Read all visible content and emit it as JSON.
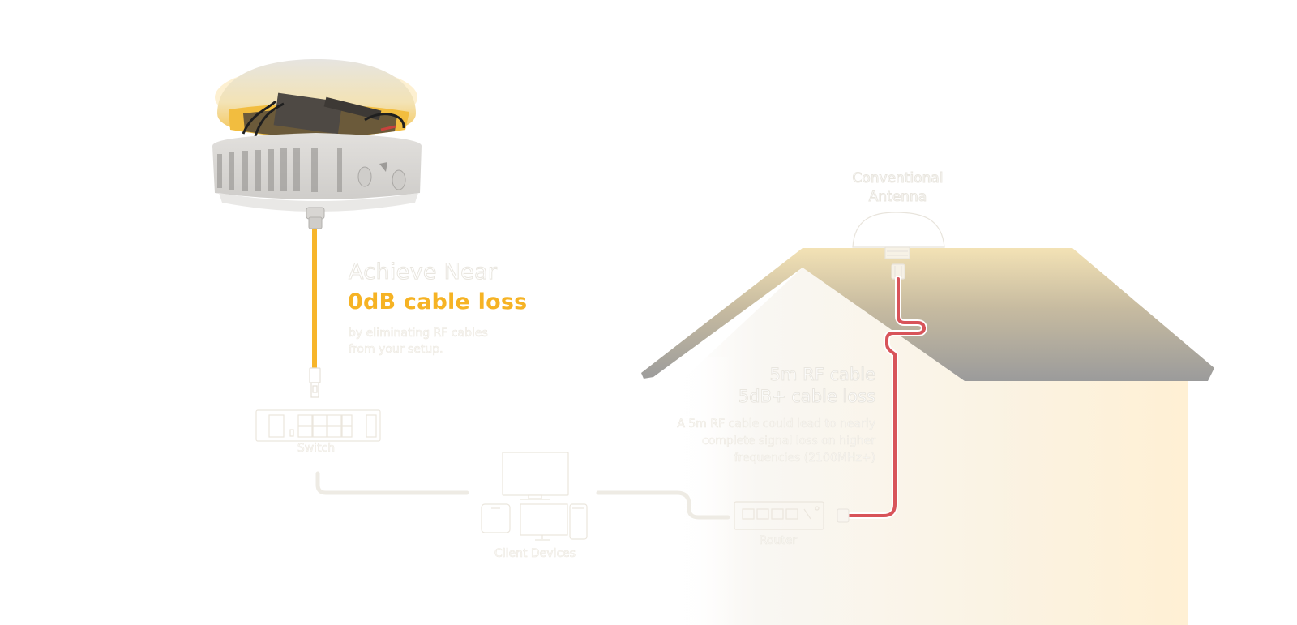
{
  "left_panel": {
    "headline_line1": "Achieve Near",
    "headline_line2": "0dB cable loss",
    "subtext": "by eliminating RF cables from your setup."
  },
  "right_panel": {
    "antenna_label_line1": "Conventional",
    "antenna_label_line2": "Antenna",
    "rf_title_line1": "5m RF cable",
    "rf_title_line2": "5dB+ cable loss",
    "rf_description": "A 5m RF cable could lead to nearly complete signal loss on higher frequencies (2100MHz+)"
  },
  "devices": {
    "switch_label": "Switch",
    "client_devices_label": "Client Devices",
    "router_label": "Router"
  },
  "icons": {
    "outdoor_unit": "outdoor-antenna-unit-icon",
    "ethernet_plug": "ethernet-plug-icon",
    "switch": "network-switch-icon",
    "monitor": "monitor-icon",
    "tablet": "tablet-icon",
    "desktop": "desktop-icon",
    "phone": "phone-icon",
    "router": "router-icon",
    "rf_connector": "rf-connector-icon",
    "conventional_antenna": "conventional-antenna-icon",
    "house": "house-icon"
  },
  "colors": {
    "accent_orange": "#f6b324",
    "ethernet_cable": "#f7b52a",
    "rf_cable": "#d85055",
    "roof_top": "#f1dfb1",
    "roof_bottom": "#9d9d9d",
    "wall_left": "#fbf9f6",
    "wall_right": "#fff1d6",
    "outline": "#ebe7df"
  }
}
